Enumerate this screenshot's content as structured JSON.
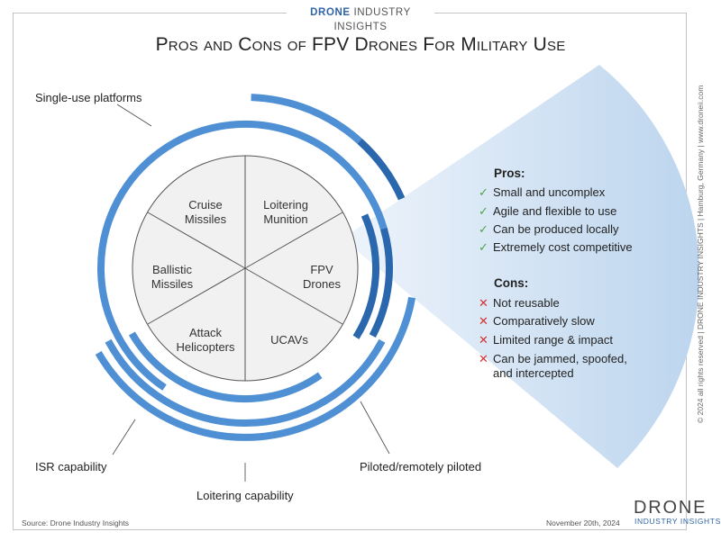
{
  "header": {
    "brand_bold": "DRONE",
    "brand_rest": "INDUSTRY INSIGHTS"
  },
  "title": "Pros and Cons of FPV Drones For Military Use",
  "ring_labels": {
    "single_use": "Single-use platforms",
    "isr": "ISR capability",
    "loitering": "Loitering capability",
    "piloted": "Piloted/remotely piloted"
  },
  "sectors": {
    "cruise_line1": "Cruise",
    "cruise_line2": "Missiles",
    "loitering_line1": "Loitering",
    "loitering_line2": "Munition",
    "ballistic_line1": "Ballistic",
    "ballistic_line2": "Missiles",
    "fpv_line1": "FPV",
    "fpv_line2": "Drones",
    "attack_line1": "Attack",
    "attack_line2": "Helicopters",
    "ucav_line1": "UCAVs"
  },
  "pros": {
    "title": "Pros:",
    "items": [
      "Small and uncomplex",
      "Agile and flexible to use",
      "Can be produced locally",
      "Extremely cost competitive"
    ]
  },
  "cons": {
    "title": "Cons:",
    "items": [
      "Not reusable",
      "Comparatively slow",
      "Limited range & impact",
      "Can be jammed, spoofed,",
      "and intercepted"
    ]
  },
  "icons": {
    "check": "check-icon",
    "cross": "cross-icon"
  },
  "colors": {
    "ring_light": "#4f8fd4",
    "ring_dark": "#2a67ad",
    "accent": "#2f64a6",
    "check": "#4aa64a",
    "cross": "#d33333"
  },
  "side_text": "© 2024 all rights reserved  |  DRONE INDUSTRY INSIGHTS  |  Hamburg, Germany  |  www.droneii.com",
  "footer": {
    "source": "Source: Drone Industry Insights",
    "date": "November 20th, 2024"
  },
  "logo": {
    "big": "DRONE",
    "small": "INDUSTRY INSIGHTS"
  }
}
